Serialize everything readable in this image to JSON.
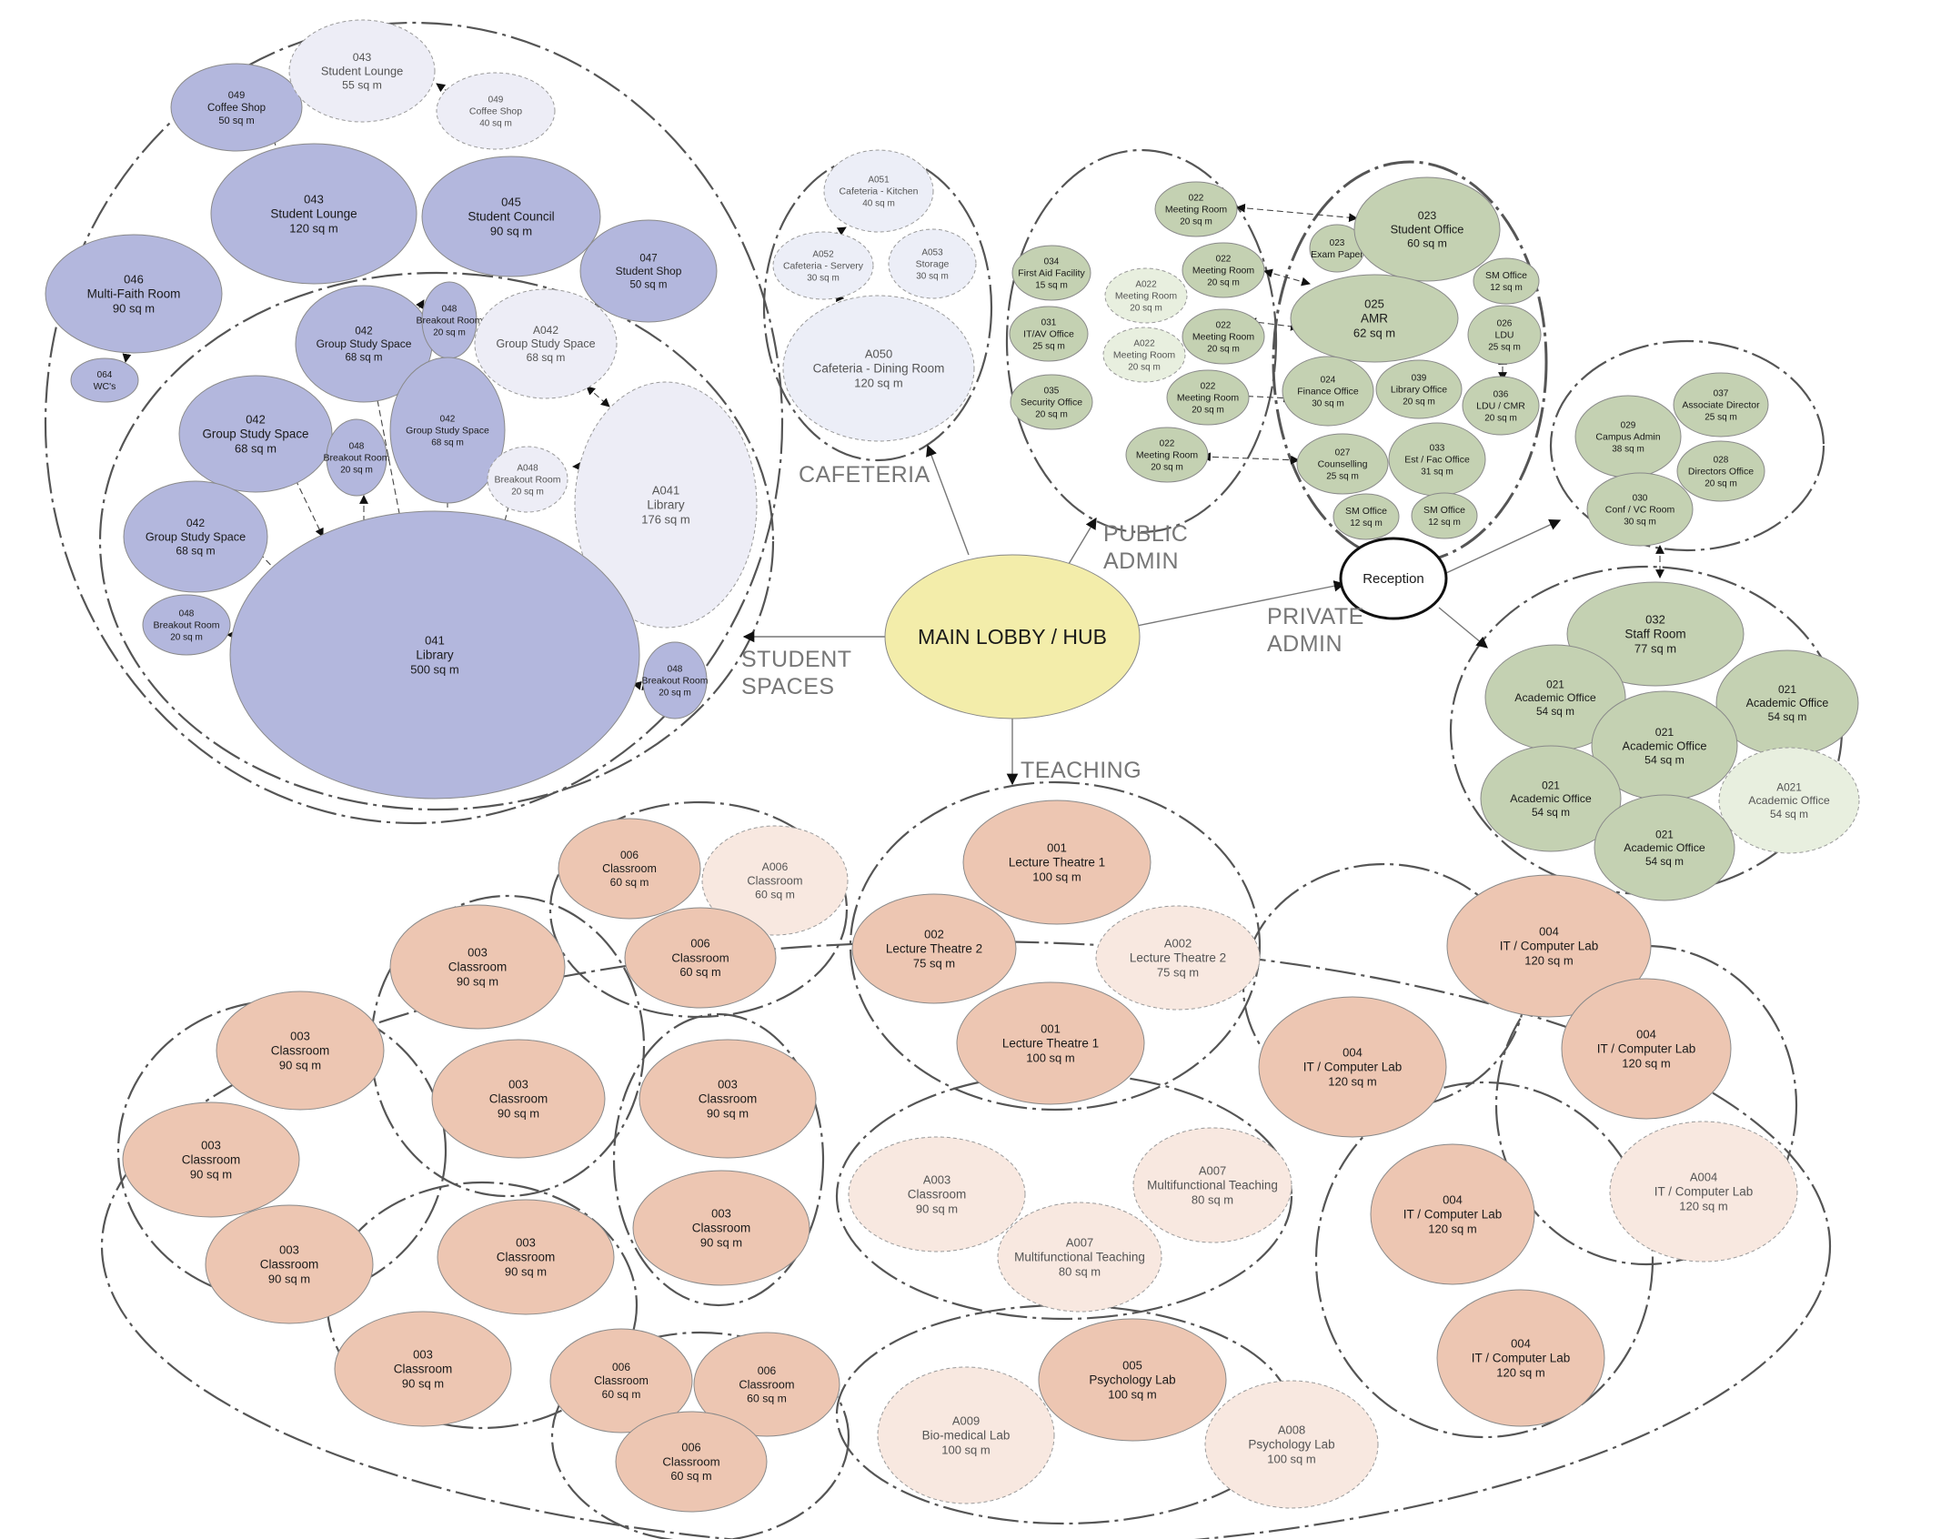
{
  "colors": {
    "student": "#b3b7dd",
    "student_ghost": "#ededf6",
    "admin": "#c4d1b2",
    "admin_ghost": "#e8efdf",
    "cafeteria": "#eceef7",
    "teaching": "#edc6b2",
    "teaching_ghost": "#f8e8e0",
    "hub": "#f3edaa"
  },
  "hub": {
    "label": "MAIN LOBBY / HUB"
  },
  "reception": {
    "label": "Reception"
  },
  "zone_labels": {
    "cafeteria": "CAFETERIA",
    "public_admin": [
      "PUBLIC",
      "ADMIN"
    ],
    "private_admin": [
      "PRIVATE",
      "ADMIN"
    ],
    "student_spaces": [
      "STUDENT",
      "SPACES"
    ],
    "teaching": "TEACHING"
  },
  "rooms": [
    {
      "id": "049-coffee",
      "code": "049",
      "name": "Coffee Shop",
      "area": "50 sq m",
      "zone": "student"
    },
    {
      "id": "043-lounge-ghost",
      "code": "043",
      "name": "Student Lounge",
      "area": "55 sq m",
      "zone": "student_ghost"
    },
    {
      "id": "049-coffee-ghost",
      "code": "049",
      "name": "Coffee Shop",
      "area": "40 sq m",
      "zone": "student_ghost"
    },
    {
      "id": "043-lounge",
      "code": "043",
      "name": "Student Lounge",
      "area": "120 sq m",
      "zone": "student"
    },
    {
      "id": "045-council",
      "code": "045",
      "name": "Student Council",
      "area": "90 sq m",
      "zone": "student"
    },
    {
      "id": "047-shop",
      "code": "047",
      "name": "Student Shop",
      "area": "50 sq m",
      "zone": "student"
    },
    {
      "id": "046-faith",
      "code": "046",
      "name": "Multi-Faith Room",
      "area": "90 sq m",
      "zone": "student"
    },
    {
      "id": "064-wc",
      "code": "064",
      "name": "WC's",
      "area": "",
      "zone": "student"
    },
    {
      "id": "042-study-a",
      "code": "042",
      "name": "Group Study Space",
      "area": "68 sq m",
      "zone": "student"
    },
    {
      "id": "048-breakout-a",
      "code": "048",
      "name": "Breakout Room",
      "area": "20 sq m",
      "zone": "student"
    },
    {
      "id": "a042-study",
      "code": "A042",
      "name": "Group Study Space",
      "area": "68 sq m",
      "zone": "student_ghost"
    },
    {
      "id": "042-study-b",
      "code": "042",
      "name": "Group Study Space",
      "area": "68 sq m",
      "zone": "student"
    },
    {
      "id": "048-breakout-b",
      "code": "048",
      "name": "Breakout Room",
      "area": "20 sq m",
      "zone": "student"
    },
    {
      "id": "042-study-c",
      "code": "042",
      "name": "Group Study Space",
      "area": "68 sq m",
      "zone": "student"
    },
    {
      "id": "a048-breakout",
      "code": "A048",
      "name": "Breakout Room",
      "area": "20 sq m",
      "zone": "student_ghost"
    },
    {
      "id": "a041-library",
      "code": "A041",
      "name": "Library",
      "area": "176 sq m",
      "zone": "student_ghost"
    },
    {
      "id": "042-study-d",
      "code": "042",
      "name": "Group Study Space",
      "area": "68 sq m",
      "zone": "student"
    },
    {
      "id": "048-breakout-c",
      "code": "048",
      "name": "Breakout Room",
      "area": "20 sq m",
      "zone": "student"
    },
    {
      "id": "041-library",
      "code": "041",
      "name": "Library",
      "area": "500 sq m",
      "zone": "student"
    },
    {
      "id": "048-breakout-d",
      "code": "048",
      "name": "Breakout Room",
      "area": "20 sq m",
      "zone": "student"
    },
    {
      "id": "a051-kitchen",
      "code": "A051",
      "name": "Cafeteria - Kitchen",
      "area": "40 sq m",
      "zone": "cafeteria"
    },
    {
      "id": "a052-servery",
      "code": "A052",
      "name": "Cafeteria - Servery",
      "area": "30 sq m",
      "zone": "cafeteria"
    },
    {
      "id": "a053-storage",
      "code": "A053",
      "name": "Storage",
      "area": "30 sq m",
      "zone": "cafeteria"
    },
    {
      "id": "a050-dining",
      "code": "A050",
      "name": "Cafeteria - Dining Room",
      "area": "120 sq m",
      "zone": "cafeteria"
    },
    {
      "id": "022-meet-a",
      "code": "022",
      "name": "Meeting Room",
      "area": "20 sq m",
      "zone": "admin"
    },
    {
      "id": "034-firstaid",
      "code": "034",
      "name": "First Aid Facility",
      "area": "15 sq m",
      "zone": "admin"
    },
    {
      "id": "022-meet-b",
      "code": "022",
      "name": "Meeting Room",
      "area": "20 sq m",
      "zone": "admin"
    },
    {
      "id": "a022-meet-a",
      "code": "A022",
      "name": "Meeting Room",
      "area": "20 sq m",
      "zone": "admin_ghost"
    },
    {
      "id": "031-itav",
      "code": "031",
      "name": "IT/AV Office",
      "area": "25 sq m",
      "zone": "admin"
    },
    {
      "id": "022-meet-c",
      "code": "022",
      "name": "Meeting Room",
      "area": "20 sq m",
      "zone": "admin"
    },
    {
      "id": "a022-meet-b",
      "code": "A022",
      "name": "Meeting Room",
      "area": "20 sq m",
      "zone": "admin_ghost"
    },
    {
      "id": "035-security",
      "code": "035",
      "name": "Security Office",
      "area": "20 sq m",
      "zone": "admin"
    },
    {
      "id": "022-meet-d",
      "code": "022",
      "name": "Meeting Room",
      "area": "20 sq m",
      "zone": "admin"
    },
    {
      "id": "022-meet-e",
      "code": "022",
      "name": "Meeting Room",
      "area": "20 sq m",
      "zone": "admin"
    },
    {
      "id": "023-exam",
      "code": "023",
      "name": "Exam Paper",
      "area": "",
      "zone": "admin"
    },
    {
      "id": "023-student-office",
      "code": "023",
      "name": "Student Office",
      "area": "60 sq m",
      "zone": "admin"
    },
    {
      "id": "sm-office-a",
      "code": "",
      "name": "SM Office",
      "area": "12 sq m",
      "zone": "admin"
    },
    {
      "id": "025-amr",
      "code": "025",
      "name": "AMR",
      "area": "62 sq m",
      "zone": "admin"
    },
    {
      "id": "026-ldu",
      "code": "026",
      "name": "LDU",
      "area": "25 sq m",
      "zone": "admin"
    },
    {
      "id": "024-finance",
      "code": "024",
      "name": "Finance Office",
      "area": "30 sq m",
      "zone": "admin"
    },
    {
      "id": "039-library-office",
      "code": "039",
      "name": "Library Office",
      "area": "20 sq m",
      "zone": "admin"
    },
    {
      "id": "036-ldu-cmr",
      "code": "036",
      "name": "LDU / CMR",
      "area": "20 sq m",
      "zone": "admin"
    },
    {
      "id": "027-counselling",
      "code": "027",
      "name": "Counselling",
      "area": "25 sq m",
      "zone": "admin"
    },
    {
      "id": "033-estfac",
      "code": "033",
      "name": "Est / Fac Office",
      "area": "31 sq m",
      "zone": "admin"
    },
    {
      "id": "sm-office-b",
      "code": "",
      "name": "SM Office",
      "area": "12 sq m",
      "zone": "admin"
    },
    {
      "id": "sm-office-c",
      "code": "",
      "name": "SM Office",
      "area": "12 sq m",
      "zone": "admin"
    },
    {
      "id": "037-assoc",
      "code": "037",
      "name": "Associate Director",
      "area": "25 sq m",
      "zone": "admin"
    },
    {
      "id": "029-campus",
      "code": "029",
      "name": "Campus Admin",
      "area": "38 sq m",
      "zone": "admin"
    },
    {
      "id": "028-directors",
      "code": "028",
      "name": "Directors Office",
      "area": "20 sq m",
      "zone": "admin"
    },
    {
      "id": "030-conf",
      "code": "030",
      "name": "Conf / VC Room",
      "area": "30 sq m",
      "zone": "admin"
    },
    {
      "id": "032-staff",
      "code": "032",
      "name": "Staff Room",
      "area": "77 sq m",
      "zone": "admin"
    },
    {
      "id": "021-acad-a",
      "code": "021",
      "name": "Academic Office",
      "area": "54 sq m",
      "zone": "admin"
    },
    {
      "id": "021-acad-b",
      "code": "021",
      "name": "Academic Office",
      "area": "54 sq m",
      "zone": "admin"
    },
    {
      "id": "021-acad-c",
      "code": "021",
      "name": "Academic Office",
      "area": "54 sq m",
      "zone": "admin"
    },
    {
      "id": "021-acad-d",
      "code": "021",
      "name": "Academic Office",
      "area": "54 sq m",
      "zone": "admin"
    },
    {
      "id": "a021-acad",
      "code": "A021",
      "name": "Academic Office",
      "area": "54 sq m",
      "zone": "admin_ghost"
    },
    {
      "id": "021-acad-e",
      "code": "021",
      "name": "Academic Office",
      "area": "54 sq m",
      "zone": "admin"
    },
    {
      "id": "006-class-a",
      "code": "006",
      "name": "Classroom",
      "area": "60 sq m",
      "zone": "teaching"
    },
    {
      "id": "a006-class",
      "code": "A006",
      "name": "Classroom",
      "area": "60 sq m",
      "zone": "teaching_ghost"
    },
    {
      "id": "006-class-b",
      "code": "006",
      "name": "Classroom",
      "area": "60 sq m",
      "zone": "teaching"
    },
    {
      "id": "001-lt1-a",
      "code": "001",
      "name": "Lecture Theatre 1",
      "area": "100 sq m",
      "zone": "teaching"
    },
    {
      "id": "002-lt2",
      "code": "002",
      "name": "Lecture Theatre 2",
      "area": "75 sq m",
      "zone": "teaching"
    },
    {
      "id": "a002-lt2",
      "code": "A002",
      "name": "Lecture Theatre 2",
      "area": "75 sq m",
      "zone": "teaching_ghost"
    },
    {
      "id": "001-lt1-b",
      "code": "001",
      "name": "Lecture Theatre 1",
      "area": "100 sq m",
      "zone": "teaching"
    },
    {
      "id": "003-class-a",
      "code": "003",
      "name": "Classroom",
      "area": "90 sq m",
      "zone": "teaching"
    },
    {
      "id": "003-class-b",
      "code": "003",
      "name": "Classroom",
      "area": "90 sq m",
      "zone": "teaching"
    },
    {
      "id": "003-class-c",
      "code": "003",
      "name": "Classroom",
      "area": "90 sq m",
      "zone": "teaching"
    },
    {
      "id": "003-class-d",
      "code": "003",
      "name": "Classroom",
      "area": "90 sq m",
      "zone": "teaching"
    },
    {
      "id": "003-class-e",
      "code": "003",
      "name": "Classroom",
      "area": "90 sq m",
      "zone": "teaching"
    },
    {
      "id": "003-class-f",
      "code": "003",
      "name": "Classroom",
      "area": "90 sq m",
      "zone": "teaching"
    },
    {
      "id": "003-class-g",
      "code": "003",
      "name": "Classroom",
      "area": "90 sq m",
      "zone": "teaching"
    },
    {
      "id": "003-class-h",
      "code": "003",
      "name": "Classroom",
      "area": "90 sq m",
      "zone": "teaching"
    },
    {
      "id": "003-class-i",
      "code": "003",
      "name": "Classroom",
      "area": "90 sq m",
      "zone": "teaching"
    },
    {
      "id": "a003-class",
      "code": "A003",
      "name": "Classroom",
      "area": "90 sq m",
      "zone": "teaching_ghost"
    },
    {
      "id": "a007-multi-a",
      "code": "A007",
      "name": "Multifunctional Teaching",
      "area": "80 sq m",
      "zone": "teaching_ghost"
    },
    {
      "id": "a007-multi-b",
      "code": "A007",
      "name": "Multifunctional Teaching",
      "area": "80 sq m",
      "zone": "teaching_ghost"
    },
    {
      "id": "004-it-a",
      "code": "004",
      "name": "IT / Computer Lab",
      "area": "120 sq m",
      "zone": "teaching"
    },
    {
      "id": "004-it-b",
      "code": "004",
      "name": "IT / Computer Lab",
      "area": "120 sq m",
      "zone": "teaching"
    },
    {
      "id": "004-it-c",
      "code": "004",
      "name": "IT / Computer Lab",
      "area": "120 sq m",
      "zone": "teaching"
    },
    {
      "id": "a004-it",
      "code": "A004",
      "name": "IT / Computer Lab",
      "area": "120 sq m",
      "zone": "teaching_ghost"
    },
    {
      "id": "004-it-d",
      "code": "004",
      "name": "IT / Computer Lab",
      "area": "120 sq m",
      "zone": "teaching"
    },
    {
      "id": "004-it-e",
      "code": "004",
      "name": "IT / Computer Lab",
      "area": "120 sq m",
      "zone": "teaching"
    },
    {
      "id": "006-class-c",
      "code": "006",
      "name": "Classroom",
      "area": "60 sq m",
      "zone": "teaching"
    },
    {
      "id": "006-class-d",
      "code": "006",
      "name": "Classroom",
      "area": "60 sq m",
      "zone": "teaching"
    },
    {
      "id": "006-class-e",
      "code": "006",
      "name": "Classroom",
      "area": "60 sq m",
      "zone": "teaching"
    },
    {
      "id": "a009-biomed",
      "code": "A009",
      "name": "Bio-medical Lab",
      "area": "100 sq m",
      "zone": "teaching_ghost"
    },
    {
      "id": "005-psych",
      "code": "005",
      "name": "Psychology Lab",
      "area": "100 sq m",
      "zone": "teaching"
    },
    {
      "id": "a008-psych",
      "code": "A008",
      "name": "Psychology Lab",
      "area": "100 sq m",
      "zone": "teaching_ghost"
    }
  ]
}
